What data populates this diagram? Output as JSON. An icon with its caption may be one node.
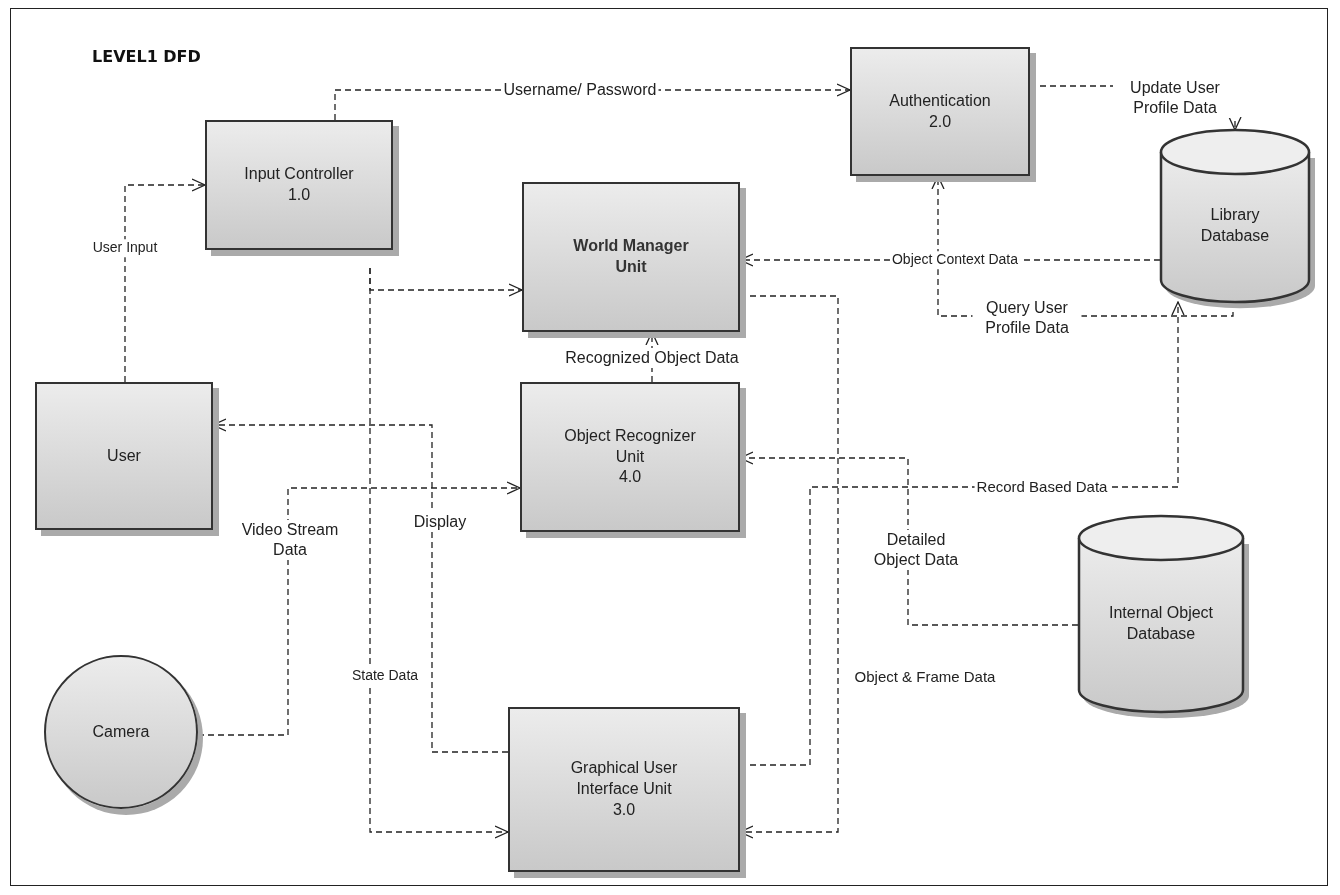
{
  "diagram": {
    "title": "LEVEL1 DFD",
    "nodes": [
      {
        "text": [
          "Input Controller",
          "1.0"
        ]
      },
      {
        "text": [
          "Authentication",
          "2.0"
        ]
      },
      {
        "text": [
          "Library Database"
        ]
      },
      {
        "text": [
          "World Manager Unit"
        ]
      },
      {
        "text": [
          "Object Recognizer Unit",
          "4.0"
        ]
      },
      {
        "text": [
          "User"
        ]
      },
      {
        "text": [
          "Camera"
        ]
      },
      {
        "text": [
          "Graphical User Interface Unit",
          "3.0"
        ]
      },
      {
        "text": [
          "Internal Object Database"
        ]
      }
    ],
    "edges": [
      {
        "from": 0,
        "to": 1,
        "arrow": "to",
        "label": "Username/ Password",
        "style": "dashed"
      },
      {
        "from": 1,
        "to": 2,
        "arrow": "to",
        "label": "Update User Profile Data",
        "style": "dashed"
      },
      {
        "from": 5,
        "to": 0,
        "arrow": "to",
        "label": "User Input",
        "style": "dashed"
      },
      {
        "from": 2,
        "to": 3,
        "arrow": "to",
        "label": "Object Context Data",
        "style": "dashed"
      },
      {
        "from": 2,
        "to": 1,
        "arrow": "to",
        "label": "Query User Profile Data",
        "style": "dashed"
      },
      {
        "from": 4,
        "to": 3,
        "arrow": "to",
        "label": "Recognized Object Data",
        "style": "dashed"
      },
      {
        "from": 7,
        "to": 5,
        "arrow": "to",
        "label": "Display",
        "style": "dashed"
      },
      {
        "from": 6,
        "to": 4,
        "arrow": "to",
        "label": "Video Stream Data",
        "style": "dashed"
      },
      {
        "from": 8,
        "to": 4,
        "arrow": "to",
        "label": "Detailed Object Data",
        "style": "dashed"
      },
      {
        "from": 7,
        "to": 2,
        "arrow": "to",
        "label": "Record Based Data",
        "style": "dashed"
      },
      {
        "from": 3,
        "to": 7,
        "arrow": "to",
        "label": "Object & Frame Data",
        "style": "dashed"
      },
      {
        "from": 0,
        "to": 3,
        "arrow": "to",
        "style": "dashed"
      },
      {
        "from": 0,
        "to": 7,
        "arrow": "to",
        "label": "State Data",
        "style": "dashed"
      }
    ]
  }
}
